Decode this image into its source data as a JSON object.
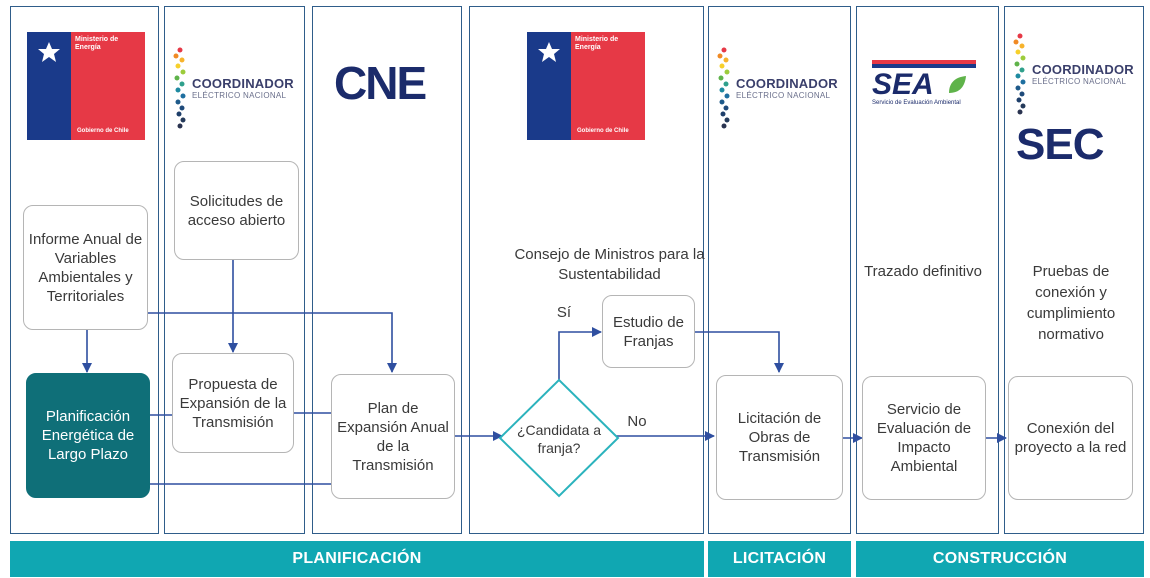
{
  "logos": {
    "ministerio_line1": "Ministerio de",
    "ministerio_line2": "Energía",
    "ministerio_footer": "Gobierno de Chile",
    "coordinador_name": "COORDINADOR",
    "coordinador_sub": "ELÉCTRICO NACIONAL",
    "cne": "CNE",
    "sea": "SEA",
    "sea_desc": "Servicio de Evaluación Ambiental",
    "sec": "SEC"
  },
  "nodes": {
    "informe": "Informe Anual de Variables Ambientales y Territoriales",
    "planificacion": "Planificación Energética de Largo Plazo",
    "solicitudes": "Solicitudes de acceso abierto",
    "propuesta": "Propuesta de Expansión de la Transmisión",
    "plan": "Plan de Expansión Anual de la Transmisión",
    "candidata": "¿Candidata a franja?",
    "consejo": "Consejo de Ministros para la Sustentabilidad",
    "estudio": "Estudio de Franjas",
    "licitacion": "Licitación de Obras de Transmisión",
    "trazado": "Trazado definitivo",
    "servicio": "Servicio de Evaluación de Impacto Ambiental",
    "pruebas": "Pruebas de conexión y cumplimiento normativo",
    "conexion": "Conexión del proyecto a la red"
  },
  "edge_labels": {
    "si": "Sí",
    "no": "No"
  },
  "phases": {
    "planificacion": "PLANIFICACIÓN",
    "licitacion": "LICITACIÓN",
    "construccion": "CONSTRUCCIÓN"
  },
  "colors": {
    "lane_border": "#2f5d8a",
    "arrow": "#2f4fa0",
    "teal_dark": "#0f6f78",
    "phase_bar": "#10a7b2",
    "diamond": "#2bb3bd"
  }
}
